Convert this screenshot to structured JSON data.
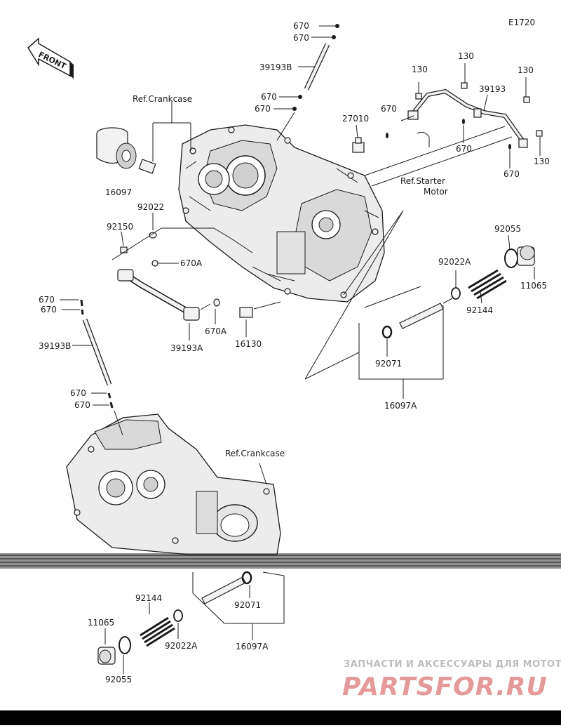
{
  "diagram": {
    "code": "E1720",
    "front_label": "FRONT",
    "ref_crankcase_top": "Ref.Crankcase",
    "ref_crankcase_bottom": "Ref.Crankcase",
    "ref_starter_line1": "Ref.Starter",
    "ref_starter_line2": "Motor",
    "parts": {
      "p670_a": "670",
      "p670_b": "670",
      "p39193b_top": "39193B",
      "p670_c": "670",
      "p670_d": "670",
      "p27010": "27010",
      "p130_a": "130",
      "p130_b": "130",
      "p130_c": "130",
      "p130_d": "130",
      "p39193": "39193",
      "p670_e": "670",
      "p670_f": "670",
      "p670_g": "670",
      "p16097": "16097",
      "p92022": "92022",
      "p92150": "92150",
      "p670A_a": "670A",
      "p670_h": "670",
      "p670_i": "670",
      "p39193b_left": "39193B",
      "p670A_b": "670A",
      "p39193A": "39193A",
      "p16130": "16130",
      "p92055_top": "92055",
      "p11065_top": "11065",
      "p92022A_top": "92022A",
      "p92144_top": "92144",
      "p92071_top": "92071",
      "p16097A_top": "16097A",
      "p670_j": "670",
      "p670_k": "670",
      "p92144_bot": "92144",
      "p11065_bot": "11065",
      "p92022A_bot": "92022A",
      "p92071_bot": "92071",
      "p16097A_bot": "16097A",
      "p92055_bot": "92055"
    }
  },
  "watermark": {
    "line1": "ЗАПЧАСТИ И АКСЕССУАРЫ ДЛЯ МОТОТЕХНИКИ",
    "line2": "PARTSFOR.RU"
  }
}
